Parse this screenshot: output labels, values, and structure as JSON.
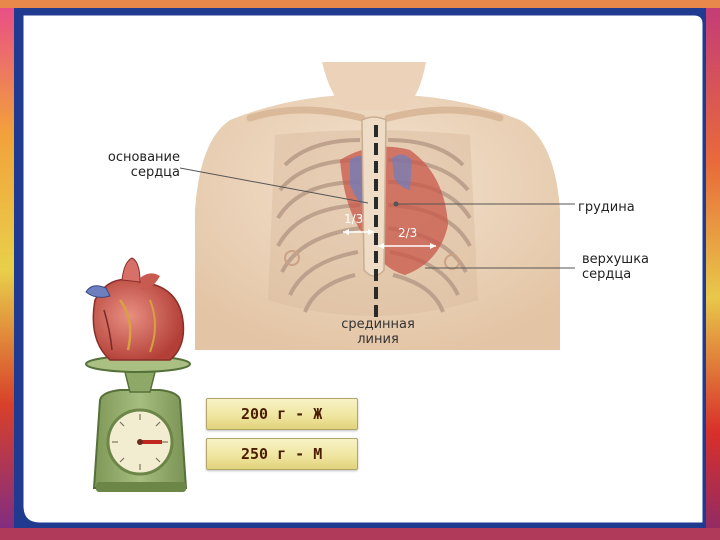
{
  "labels": {
    "heart_base": [
      "основание",
      "сердца"
    ],
    "sternum": "грудина",
    "apex": [
      "верхушка",
      "сердца"
    ],
    "midline": [
      "срединная",
      "линия"
    ],
    "one_third": "1/3",
    "two_thirds": "2/3"
  },
  "weights": {
    "female": "200 г - Ж",
    "male": "250 г - М"
  },
  "colors": {
    "frame_blue": "#223a8c",
    "slide_white": "#ffffff",
    "scale_green": "#8fa86a",
    "heart_red": "#c04a45",
    "vessel_blue": "#6d7fbf",
    "skin": "#eed8c0"
  }
}
